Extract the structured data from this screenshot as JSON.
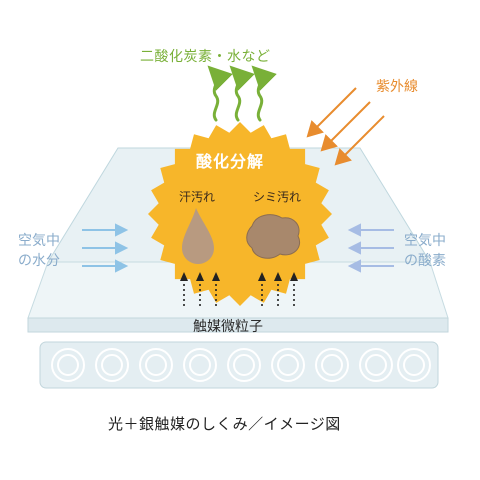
{
  "labels": {
    "top_products": "二酸化炭素・水など",
    "uv_light": "紫外線",
    "center": "酸化分解",
    "sweat_stain": "汗汚れ",
    "spot_stain": "シミ汚れ",
    "air_left_line1": "空気中",
    "air_left_line2": "の水分",
    "air_right_line1": "空気中",
    "air_right_line2": "の酸素",
    "catalyst": "触媒微粒子",
    "caption": "光＋銀触媒のしくみ／イメージ図"
  },
  "colors": {
    "green_arrows": "#79b038",
    "uv_arrows": "#e88c2e",
    "sun_fill": "#f7b62a",
    "air_arrows_left": "#8ec3e6",
    "air_arrows_right": "#a6bce4",
    "fabric_fill": "#e8f1f4",
    "stain": "#b89a80"
  },
  "icons": [
    "steam-arrow-icon",
    "uv-arrow-icon",
    "sun-burst-icon",
    "sweat-drop-icon",
    "stain-blob-icon",
    "particle-arrow-icon"
  ]
}
